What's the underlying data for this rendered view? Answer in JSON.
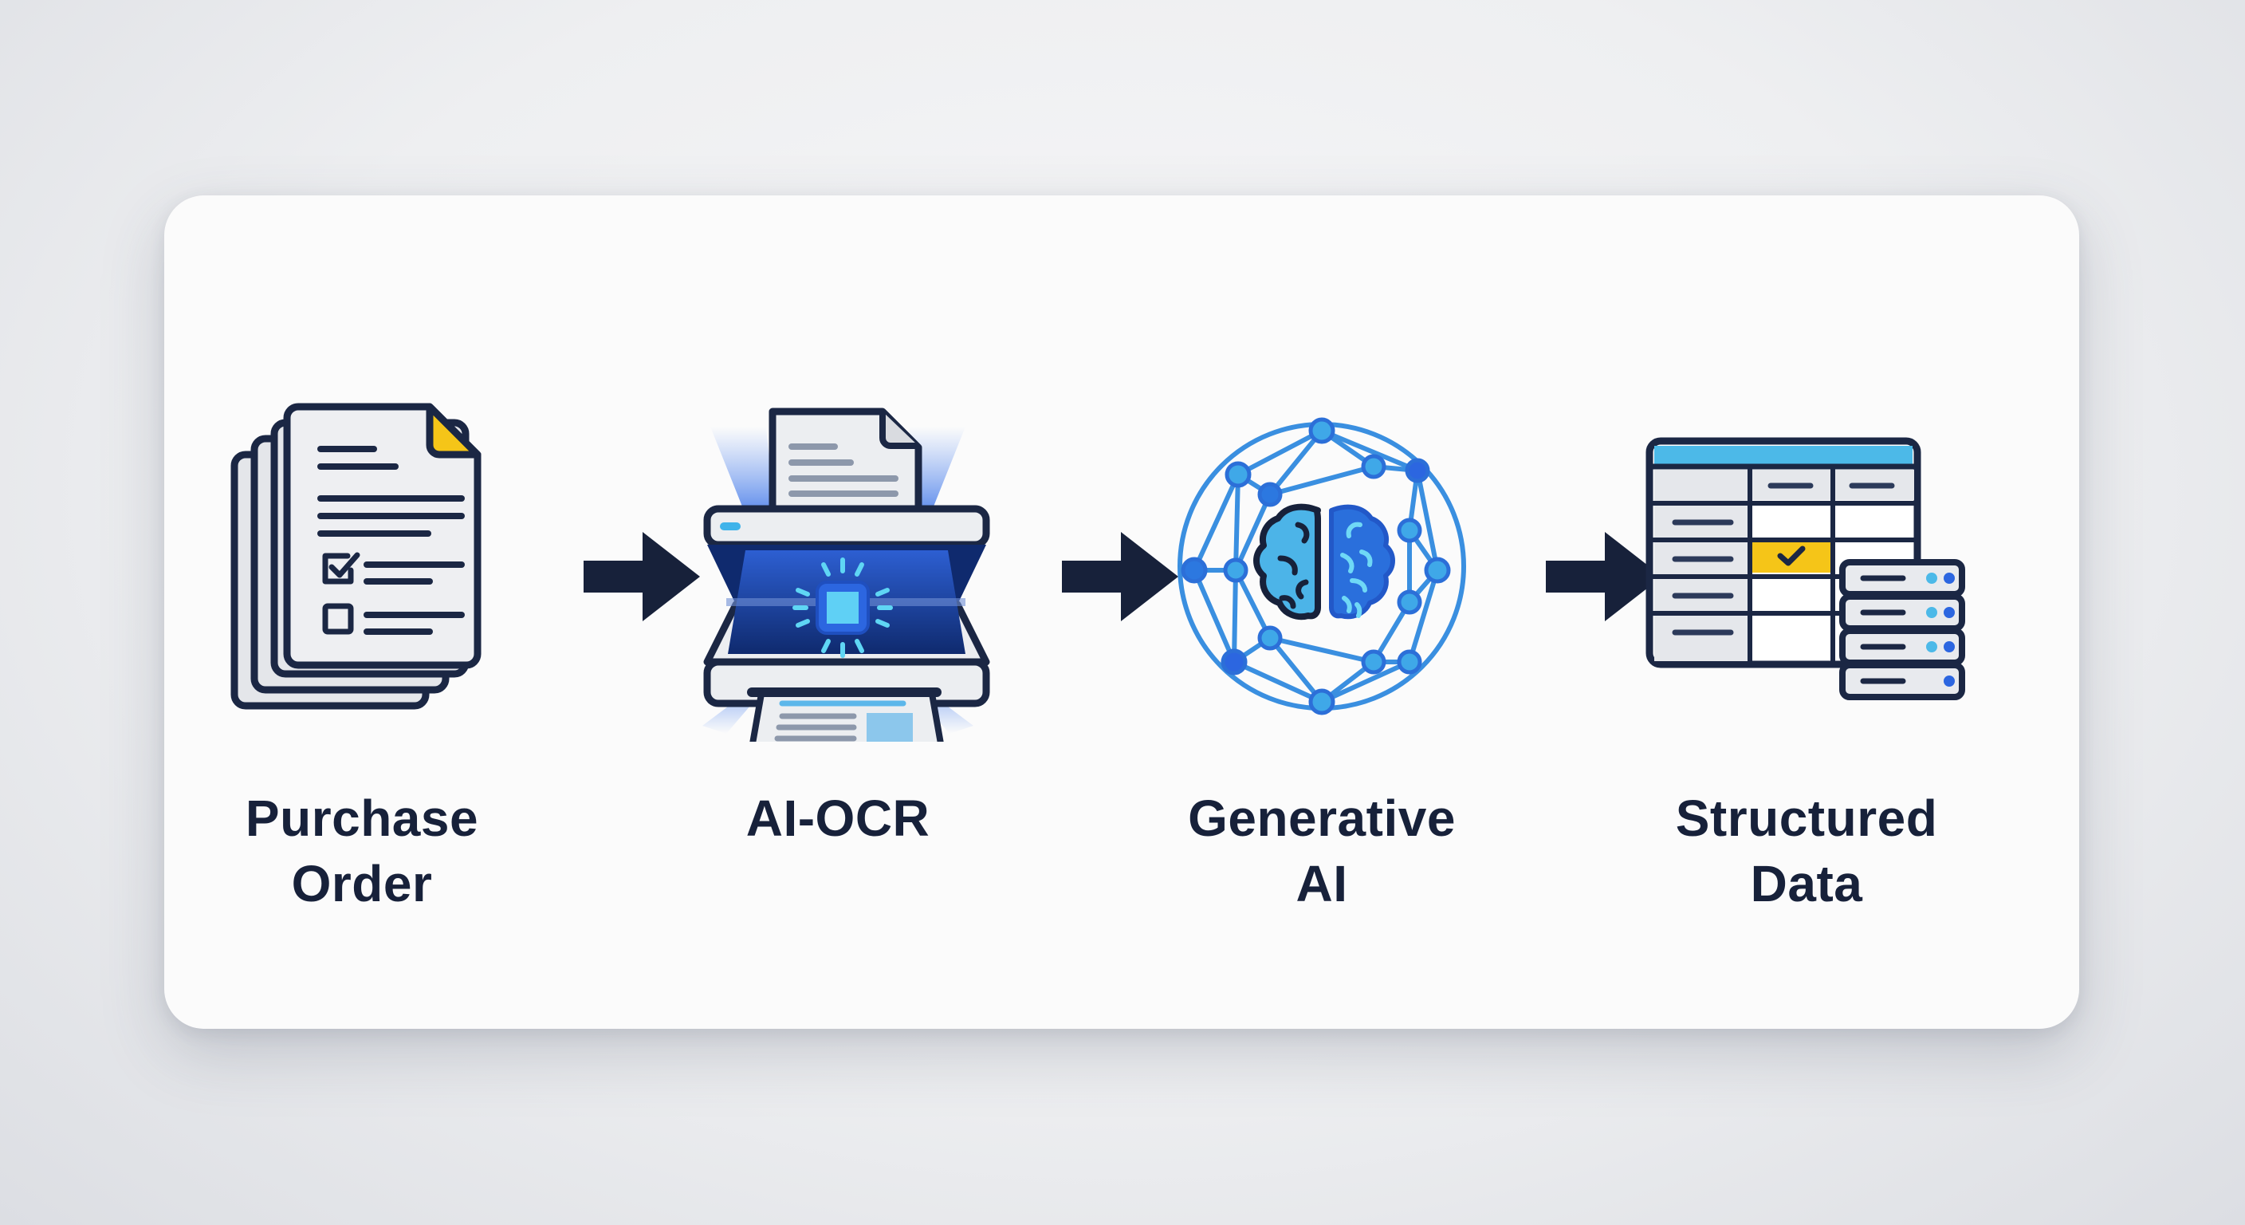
{
  "diagram": {
    "type": "process-flow",
    "steps": [
      {
        "id": "purchase-order",
        "label_line1": "Purchase",
        "label_line2": "Order",
        "icon": "document-stack-icon"
      },
      {
        "id": "ai-ocr",
        "label_line1": "AI-OCR",
        "label_line2": "",
        "icon": "scanner-chip-icon"
      },
      {
        "id": "generative-ai",
        "label_line1": "Generative",
        "label_line2": "AI",
        "icon": "brain-network-icon"
      },
      {
        "id": "structured-data",
        "label_line1": "Structured",
        "label_line2": "Data",
        "icon": "table-database-icon"
      }
    ],
    "connectors": [
      "arrow-right",
      "arrow-right",
      "arrow-right"
    ]
  },
  "colors": {
    "text": "#17213a",
    "outline": "#1b2744",
    "accent_yellow": "#f5c518",
    "accent_blue": "#2f6fe0",
    "accent_light_blue": "#4bb8ea",
    "card": "#fbfbfb"
  }
}
